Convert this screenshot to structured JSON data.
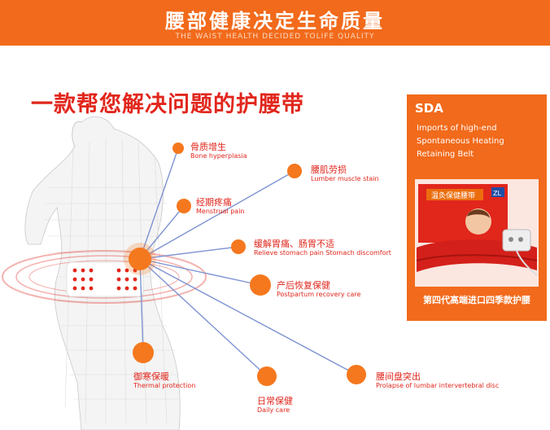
{
  "banner": {
    "title": "腰部健康决定生命质量",
    "subtitle": "THE WAIST HEALTH DECIDED TOLIFE QUALITY"
  },
  "headline": "一款帮您解决问题的护腰带",
  "colors": {
    "accent": "#f26a1b",
    "red": "#e1261c",
    "node": "#f5781e",
    "line": "#7e93d3"
  },
  "labels": [
    {
      "cn": "骨质增生",
      "en": "Bone hyperplasia"
    },
    {
      "cn": "腰肌劳损",
      "en": "Lumber muscle stain"
    },
    {
      "cn": "经期疼痛",
      "en": "Menstrual pain"
    },
    {
      "cn": "缓解胃痛、肠胃不适",
      "en": "Relieve stomach pain Stomach discomfort"
    },
    {
      "cn": "产后恢复保健",
      "en": "Postpartum recovery care"
    },
    {
      "cn": "御寒保暖",
      "en": "Thermal protection"
    },
    {
      "cn": "日常保健",
      "en": "Daily care"
    },
    {
      "cn": "腰间盘突出",
      "en": "Prolapse of lumbar intervertebral disc"
    }
  ],
  "side": {
    "brand": "SDA",
    "desc": [
      "Imports of high-end",
      "Spontaneous Heating",
      "Retaining Belt"
    ],
    "caption": "第四代高端进口四季款护腰",
    "box_text": "温灸保健腰带",
    "box_logo": "ZL"
  }
}
